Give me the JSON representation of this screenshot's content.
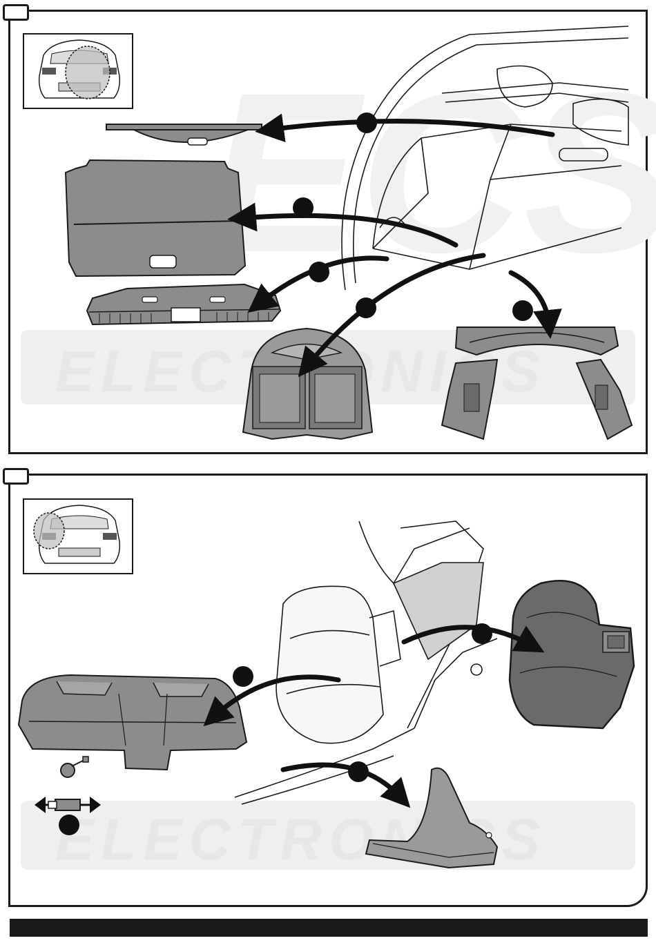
{
  "watermark": {
    "brand_top": "ECS",
    "brand_bottom": "ELECTRONICS"
  },
  "panels": [
    {
      "step": "",
      "thumb_icon": "car-rear-thumbnail-icon",
      "highlight": "trunk-area"
    },
    {
      "step": "",
      "thumb_icon": "car-rear-thumbnail-icon",
      "highlight": "left-tail-light-area"
    }
  ],
  "colors": {
    "outline": "#1a1a1a",
    "part_fill": "#8c8c8c",
    "part_dark": "#5e5e5e",
    "marker": "#111111",
    "watermark": "#e7e7e7"
  }
}
